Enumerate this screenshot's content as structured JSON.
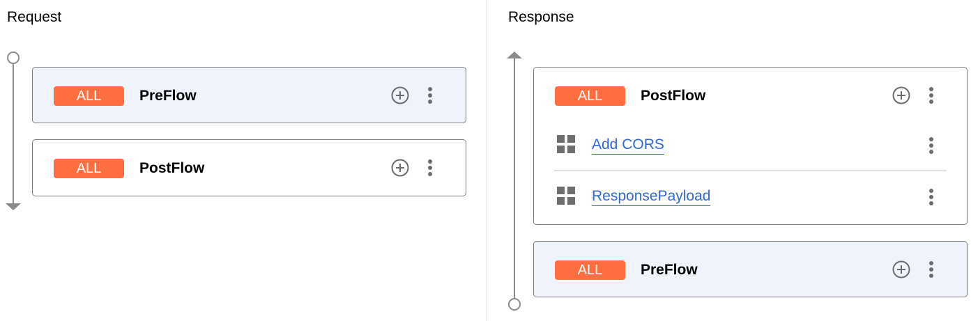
{
  "request": {
    "title": "Request",
    "flows": [
      {
        "badge": "ALL",
        "name": "PreFlow",
        "selected": true
      },
      {
        "badge": "ALL",
        "name": "PostFlow",
        "selected": false
      }
    ]
  },
  "response": {
    "title": "Response",
    "flows": [
      {
        "badge": "ALL",
        "name": "PostFlow",
        "selected": false,
        "policies": [
          {
            "name": "Add CORS"
          },
          {
            "name": "ResponsePayload"
          }
        ]
      },
      {
        "badge": "ALL",
        "name": "PreFlow",
        "selected": true
      }
    ]
  },
  "colors": {
    "badge": "#ff6e40",
    "link": "#2f68d4",
    "selected_bg": "#eef3fc"
  }
}
